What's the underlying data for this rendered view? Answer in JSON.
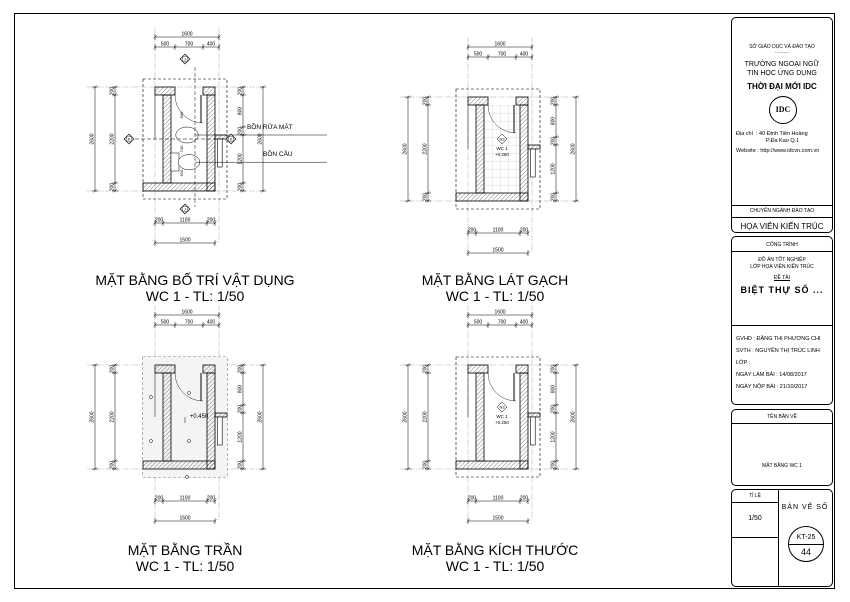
{
  "plans": [
    {
      "id": "layout",
      "title": "MẶT BẰNG BỐ TRÍ VẬT DỤNG",
      "subtitle": "WC 1 - TL: 1/50"
    },
    {
      "id": "tiling",
      "title": "MẶT BẰNG LÁT GẠCH",
      "subtitle": "WC 1 - TL: 1/50"
    },
    {
      "id": "ceiling",
      "title": "MẶT BẰNG TRẦN",
      "subtitle": "WC 1 - TL: 1/50"
    },
    {
      "id": "dimension",
      "title": "MẶT BẰNG KÍCH THƯỚC",
      "subtitle": "WC 1 - TL: 1/50"
    }
  ],
  "dimensions": {
    "top_total": "1600",
    "top_parts": [
      "500",
      "700",
      "400"
    ],
    "bottom_parts": [
      "200",
      "1100",
      "200"
    ],
    "bottom_total": "1500",
    "left_total": "2600",
    "left_parts": [
      "200",
      "2200",
      "200"
    ],
    "right_parts": [
      "200",
      "800",
      "200",
      "1200",
      "200"
    ],
    "right_total": "2600"
  },
  "layout_labels": {
    "sink": "BỒN RỬA MẶT",
    "toilet": "BỒN CẦU",
    "section_j": "J",
    "section_k": "K",
    "door_dim": "600",
    "sink_dim": "740",
    "toilet_dim": "620"
  },
  "room_tag": {
    "code": "N3",
    "name": "WC 1",
    "level": "+0.250"
  },
  "ceiling_level": "+0.450",
  "title_block": {
    "department": "SỞ GIÁO DỤC VÀ ĐÀO TẠO",
    "dots": "..........",
    "school_line1": "TRƯỜNG NGOẠI NGỮ",
    "school_line2": "TIN HỌC ỨNG DỤNG",
    "school_name": "THỜI ĐẠI MỚI IDC",
    "logo_text": "IDC",
    "address_label": "Địa chỉ",
    "address_line1": ": 40 Đinh Tiên Hoàng",
    "address_line2": "P.Đa Kao    Q.1",
    "website": "Website : http://www.idcvn.com.vn",
    "major_label": "CHUYÊN NGÀNH ĐÀO TẠO",
    "major": "HỌA VIÊN KIẾN TRÚC",
    "project_label": "CÔNG TRÌNH",
    "project_line1": "ĐỒ ÁN TỐT NGHIỆP",
    "project_line2": "LỚP HỌA VIÊN KIẾN TRÚC",
    "topic_label": "ĐỀ TÀI",
    "topic": "BIỆT THỰ SỐ ...",
    "gvhd": "GVHD  : ĐẶNG THỊ PHƯƠNG CHI",
    "svth": "SVTH   : NGUYỄN THỊ TRÚC LINH",
    "lop": "LỚP      :",
    "date_start": "NGÀY LÀM BÀI   :  14/08/2017",
    "date_submit": "NGÀY NỘP BÀI   :  21/10/2017",
    "drawing_name_label": "TÊN BẢN VẼ",
    "drawing_name": "MẶT BẰNG WC 1",
    "scale_label": "TỈ LỆ",
    "scale": "1/50",
    "sheet_no_label": "BẢN VẼ SỐ",
    "sheet_code": "KT-25",
    "sheet_no": "44"
  }
}
